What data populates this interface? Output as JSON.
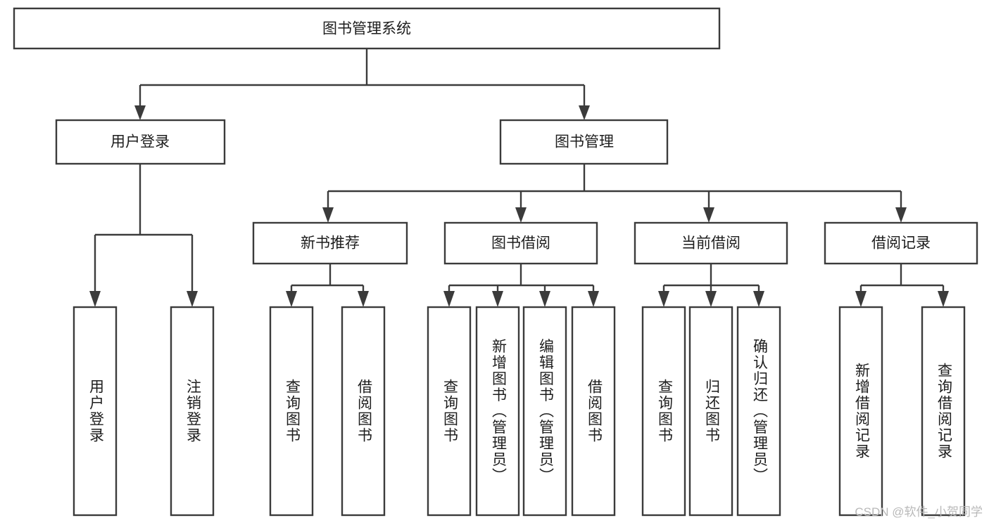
{
  "page": {
    "title": "图书管理系统 功能结构图",
    "background_color": "#ffffff",
    "line_color": "#3b3b3b",
    "text_color": "#1d1d1d",
    "box_fill": "#ffffff"
  },
  "watermark": {
    "text": "CSDN @软件_小贺同学",
    "color": "#b9b9b9"
  },
  "chart_data": {
    "type": "diagram",
    "subtype": "tree",
    "title": "图书管理系统",
    "orientation": "top-down",
    "levels": 4,
    "nodes": [
      {
        "id": "root",
        "label": "图书管理系统",
        "level": 0,
        "parent": null,
        "orientation": "horizontal"
      },
      {
        "id": "login",
        "label": "用户登录",
        "level": 1,
        "parent": "root",
        "orientation": "horizontal"
      },
      {
        "id": "bookmgmt",
        "label": "图书管理",
        "level": 1,
        "parent": "root",
        "orientation": "horizontal"
      },
      {
        "id": "newbook",
        "label": "新书推荐",
        "level": 2,
        "parent": "bookmgmt",
        "orientation": "horizontal"
      },
      {
        "id": "borrow",
        "label": "图书借阅",
        "level": 2,
        "parent": "bookmgmt",
        "orientation": "horizontal"
      },
      {
        "id": "current",
        "label": "当前借阅",
        "level": 2,
        "parent": "bookmgmt",
        "orientation": "horizontal"
      },
      {
        "id": "record",
        "label": "借阅记录",
        "level": 2,
        "parent": "bookmgmt",
        "orientation": "horizontal"
      },
      {
        "id": "leaf1",
        "label": "用户登录",
        "level": 2,
        "parent": "login",
        "orientation": "vertical"
      },
      {
        "id": "leaf2",
        "label": "注销登录",
        "level": 2,
        "parent": "login",
        "orientation": "vertical"
      },
      {
        "id": "leaf3",
        "label": "查询图书",
        "level": 3,
        "parent": "newbook",
        "orientation": "vertical"
      },
      {
        "id": "leaf4",
        "label": "借阅图书",
        "level": 3,
        "parent": "newbook",
        "orientation": "vertical"
      },
      {
        "id": "leaf5",
        "label": "查询图书",
        "level": 3,
        "parent": "borrow",
        "orientation": "vertical"
      },
      {
        "id": "leaf6",
        "label": "新增图书（管理员）",
        "level": 3,
        "parent": "borrow",
        "orientation": "vertical"
      },
      {
        "id": "leaf7",
        "label": "编辑图书（管理员）",
        "level": 3,
        "parent": "borrow",
        "orientation": "vertical"
      },
      {
        "id": "leaf8",
        "label": "借阅图书",
        "level": 3,
        "parent": "borrow",
        "orientation": "vertical"
      },
      {
        "id": "leaf9",
        "label": "查询图书",
        "level": 3,
        "parent": "current",
        "orientation": "vertical"
      },
      {
        "id": "leaf10",
        "label": "归还图书",
        "level": 3,
        "parent": "current",
        "orientation": "vertical"
      },
      {
        "id": "leaf11",
        "label": "确认归还（管理员）",
        "level": 3,
        "parent": "current",
        "orientation": "vertical"
      },
      {
        "id": "leaf12",
        "label": "新增借阅记录",
        "level": 3,
        "parent": "record",
        "orientation": "vertical"
      },
      {
        "id": "leaf13",
        "label": "查询借阅记录",
        "level": 3,
        "parent": "record",
        "orientation": "vertical"
      }
    ],
    "edges": [
      {
        "from": "root",
        "to": "login"
      },
      {
        "from": "root",
        "to": "bookmgmt"
      },
      {
        "from": "login",
        "to": "leaf1"
      },
      {
        "from": "login",
        "to": "leaf2"
      },
      {
        "from": "bookmgmt",
        "to": "newbook"
      },
      {
        "from": "bookmgmt",
        "to": "borrow"
      },
      {
        "from": "bookmgmt",
        "to": "current"
      },
      {
        "from": "bookmgmt",
        "to": "record"
      },
      {
        "from": "newbook",
        "to": "leaf3"
      },
      {
        "from": "newbook",
        "to": "leaf4"
      },
      {
        "from": "borrow",
        "to": "leaf5"
      },
      {
        "from": "borrow",
        "to": "leaf6"
      },
      {
        "from": "borrow",
        "to": "leaf7"
      },
      {
        "from": "borrow",
        "to": "leaf8"
      },
      {
        "from": "current",
        "to": "leaf9"
      },
      {
        "from": "current",
        "to": "leaf10"
      },
      {
        "from": "current",
        "to": "leaf11"
      },
      {
        "from": "record",
        "to": "leaf12"
      },
      {
        "from": "record",
        "to": "leaf13"
      }
    ]
  }
}
